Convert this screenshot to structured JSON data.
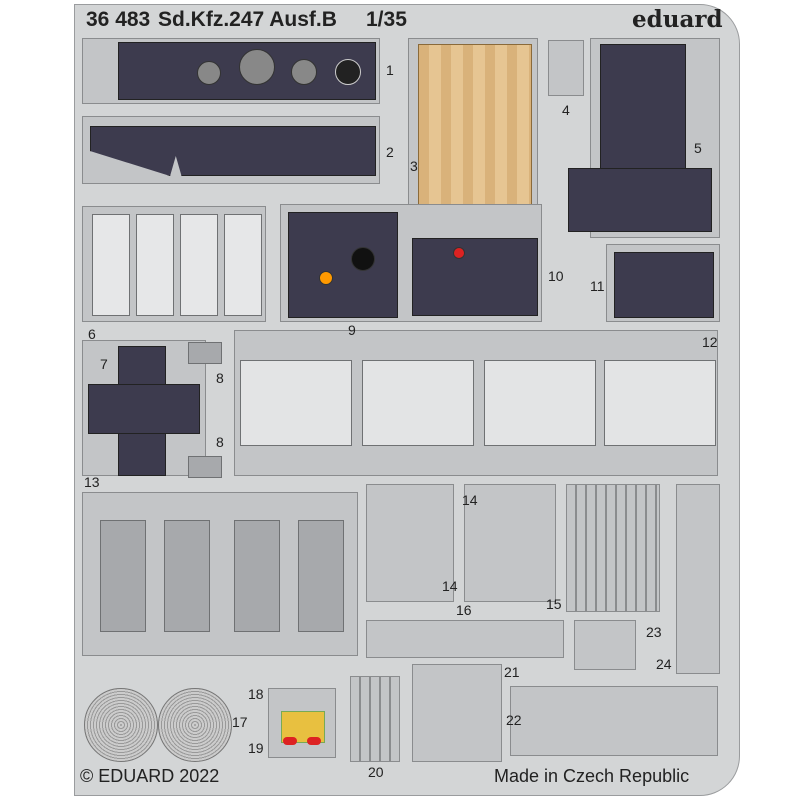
{
  "header": {
    "code": "36 483",
    "title": "Sd.Kfz.247 Ausf.B",
    "scale": "1/35",
    "brand": "eduard"
  },
  "footer": {
    "copyright": "© EDUARD 2022",
    "origin": "Made in Czech Republic"
  },
  "part_numbers": [
    "1",
    "2",
    "3",
    "4",
    "5",
    "6",
    "7",
    "8",
    "8",
    "9",
    "10",
    "11",
    "12",
    "13",
    "14",
    "14",
    "15",
    "16",
    "17",
    "18",
    "19",
    "20",
    "21",
    "22",
    "23",
    "24"
  ],
  "colors": {
    "fret": "#d3d5d6",
    "panel": "#3d3b4e",
    "wood": "#d9b27a"
  }
}
